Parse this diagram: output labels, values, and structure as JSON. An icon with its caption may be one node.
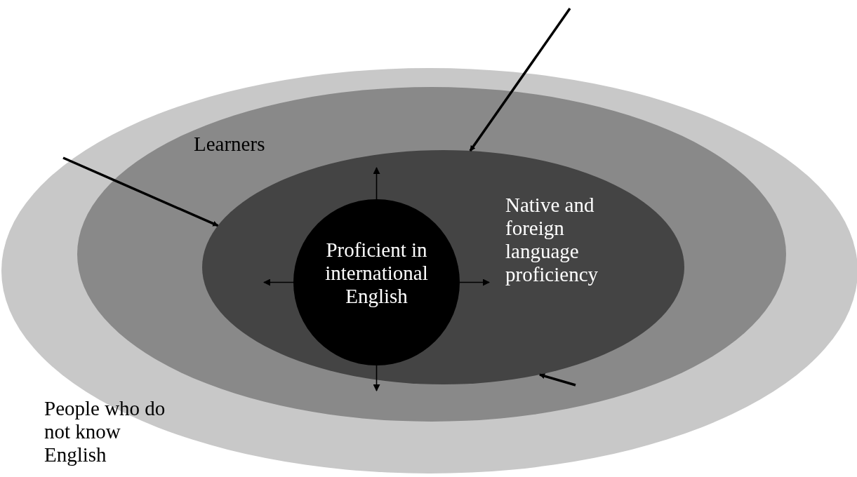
{
  "diagram": {
    "nodes": [
      {
        "text": [
          "People who do not know English"
        ]
      },
      {
        "text": [
          "Learners"
        ],
        "in": 0
      },
      {
        "text": [
          "Native and foreign language proficiency"
        ],
        "in": 1
      },
      {
        "text": [
          "Proficient in international English"
        ],
        "in": 2
      }
    ],
    "edges": [
      {
        "from": 3,
        "to": null,
        "arrow": "to"
      },
      {
        "from": 3,
        "to": null,
        "arrow": "to"
      },
      {
        "from": 3,
        "to": null,
        "arrow": "to"
      },
      {
        "from": 3,
        "to": null,
        "arrow": "to"
      },
      {
        "from": null,
        "to": 2,
        "arrow": "to",
        "style": "thick"
      },
      {
        "from": null,
        "to": 2,
        "arrow": "to",
        "style": "thick"
      },
      {
        "from": null,
        "to": 2,
        "arrow": "to",
        "style": "thick"
      }
    ]
  }
}
